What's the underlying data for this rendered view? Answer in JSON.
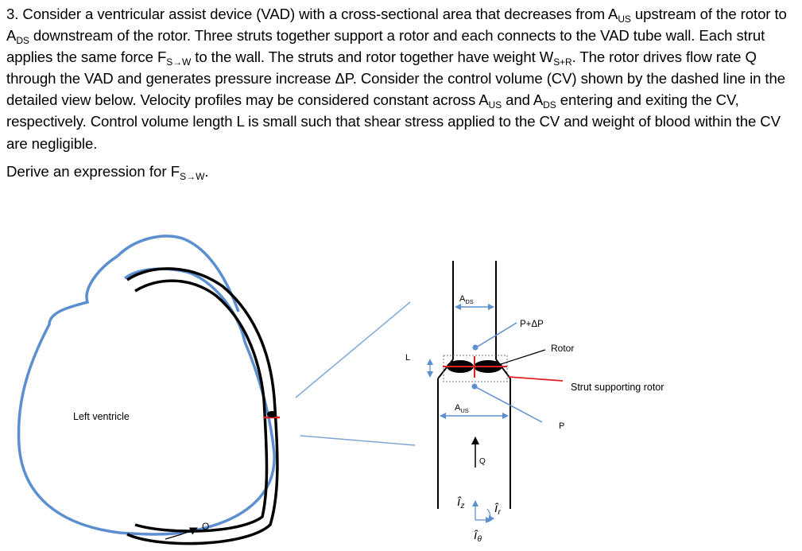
{
  "problem": {
    "s1": "3. Consider a ventricular assist device (VAD) with a cross-sectional area that decreases from A",
    "s1_sub": "US",
    "s2": " upstream of the rotor to A",
    "s2_sub": "DS",
    "s3": " downstream of the rotor.  Three struts together support a rotor and each connects to the VAD tube wall.  Each strut applies the same force F",
    "s3_sub": "S→W",
    "s4": " to the wall.  The struts and rotor together have weight W",
    "s4_sub": "S+R",
    "s5": ".  The rotor drives flow rate Q through the VAD and generates pressure increase ΔP. Consider the control volume (CV) shown by the dashed line in the detailed view below.  Velocity profiles may be considered constant across A",
    "s5_sub": "US",
    "s6": " and A",
    "s6_sub": "DS",
    "s7": " entering and exiting the CV, respectively.  Control volume length L is small such that shear stress applied to the CV and weight of blood within the CV are negligible."
  },
  "derive": {
    "text": "Derive an expression for F",
    "sub": "S→W",
    "end": "."
  },
  "figure": {
    "left_ventricle_label": "Left ventricle",
    "q_heart_label": "Q",
    "a_ds_label": "A",
    "a_ds_sub": "DS",
    "a_us_label": "A",
    "a_us_sub": "US",
    "l_label": "L",
    "p_plus_dp_label": "P+ΔP",
    "rotor_label": "Rotor",
    "strut_label": "Strut supporting rotor",
    "p_label": "P",
    "q_tube_label": "Q",
    "iz_label": "î",
    "iz_sub": "z",
    "ir_label": "î",
    "ir_sub": "r",
    "itheta_label": "î",
    "itheta_sub": "θ",
    "colors": {
      "blue": "#5b8fd0",
      "red": "#e02020",
      "black": "#000000"
    }
  }
}
